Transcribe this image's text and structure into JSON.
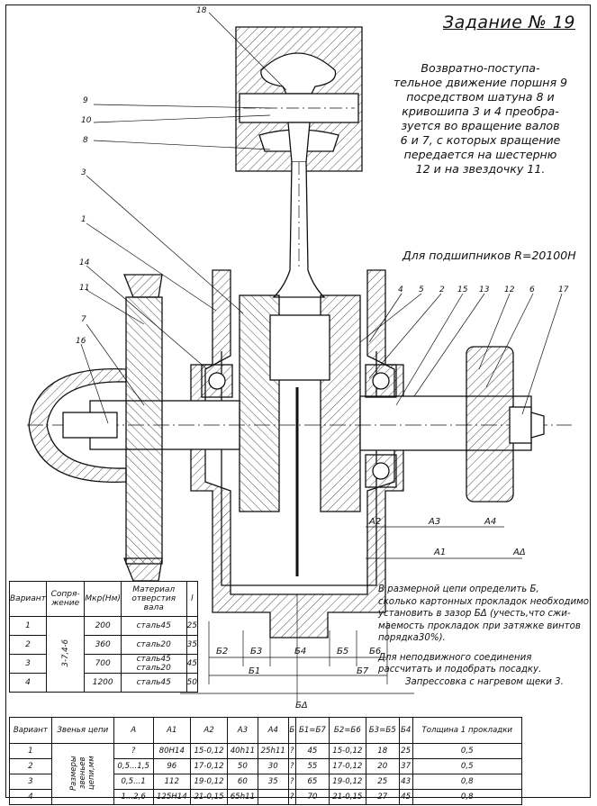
{
  "title": "Задание № 19",
  "description": [
    "Возвратно-поступа-",
    "тельное движение поршня 9",
    "посредством шатуна 8 и",
    "кривошипа 3 и 4 преобра-",
    "зуется во вращение валов",
    "6 и 7, с которых вращение",
    "передается на шестерню",
    "12 и на звездочку 11."
  ],
  "bearing_note": "Для подшипников R=20100H",
  "task_text": [
    "В размерной цепи определить Б,",
    "сколько картонных прокладок необходимо",
    "установить в зазор БΔ (учесть,что сжи-",
    "маемость прокладок при затяжке винтов",
    "порядка30%).",
    "Для неподвижного соединения",
    "рассчитать и подобрать посадку.",
    "Запрессовка с нагревом щеки 3."
  ],
  "part_labels": {
    "p18": "18",
    "p9": "9",
    "p10": "10",
    "p8": "8",
    "p3": "3",
    "p1": "1",
    "p14": "14",
    "p11": "11",
    "p7": "7",
    "p16": "16",
    "p4": "4",
    "p5": "5",
    "p2": "2",
    "p15": "15",
    "p13": "13",
    "p12": "12",
    "p6": "6",
    "p17": "17"
  },
  "dims": {
    "a1": "A1",
    "a2": "A2",
    "a3": "A3",
    "a4": "A4",
    "ad": "AΔ",
    "b1": "Б1",
    "b2": "Б2",
    "b3": "Б3",
    "b4": "Б4",
    "b5": "Б5",
    "b6": "Б6",
    "b7": "Б7",
    "bd": "БΔ"
  },
  "table1": {
    "headers": [
      "Вариант",
      "Сопря-жение",
      "Mкр(Hм)",
      "Материал отверстия вала",
      "l"
    ],
    "pairing": "3-7,4-6",
    "rows": [
      {
        "v": "1",
        "m": "200",
        "mat": "сталь45",
        "l": "25"
      },
      {
        "v": "2",
        "m": "360",
        "mat": "сталь20",
        "l": "35"
      },
      {
        "v": "3",
        "m": "700",
        "mat": "сталь45 сталь20",
        "l": "45"
      },
      {
        "v": "4",
        "m": "1200",
        "mat": "сталь45",
        "l": "50"
      }
    ]
  },
  "table2": {
    "headers": [
      "Вариант",
      "Звенья цепи",
      "A",
      "A1",
      "A2",
      "A3",
      "A4",
      "Б",
      "Б1=Б7",
      "Б2=Б6",
      "Б3=Б5",
      "Б4",
      "Толщина 1 прокладки"
    ],
    "side_label": "Размеры звеньев цепи,мм",
    "rows": [
      [
        "1",
        "?",
        "80H14",
        "15-0,12",
        "40h11",
        "25h11",
        "?",
        "45",
        "15-0,12",
        "18",
        "25",
        "0,5"
      ],
      [
        "2",
        "0,5...1,5",
        "96",
        "17-0,12",
        "50",
        "30",
        "?",
        "55",
        "17-0,12",
        "20",
        "37",
        "0,5"
      ],
      [
        "3",
        "0,5...1",
        "112",
        "19-0,12",
        "60",
        "35",
        "?",
        "65",
        "19-0,12",
        "25",
        "43",
        "0,8"
      ],
      [
        "4",
        "1...2,6",
        "125H14",
        "21-0,15",
        "65h11",
        "",
        "?",
        "70",
        "21-0,15",
        "27",
        "45",
        "0,8"
      ]
    ]
  }
}
